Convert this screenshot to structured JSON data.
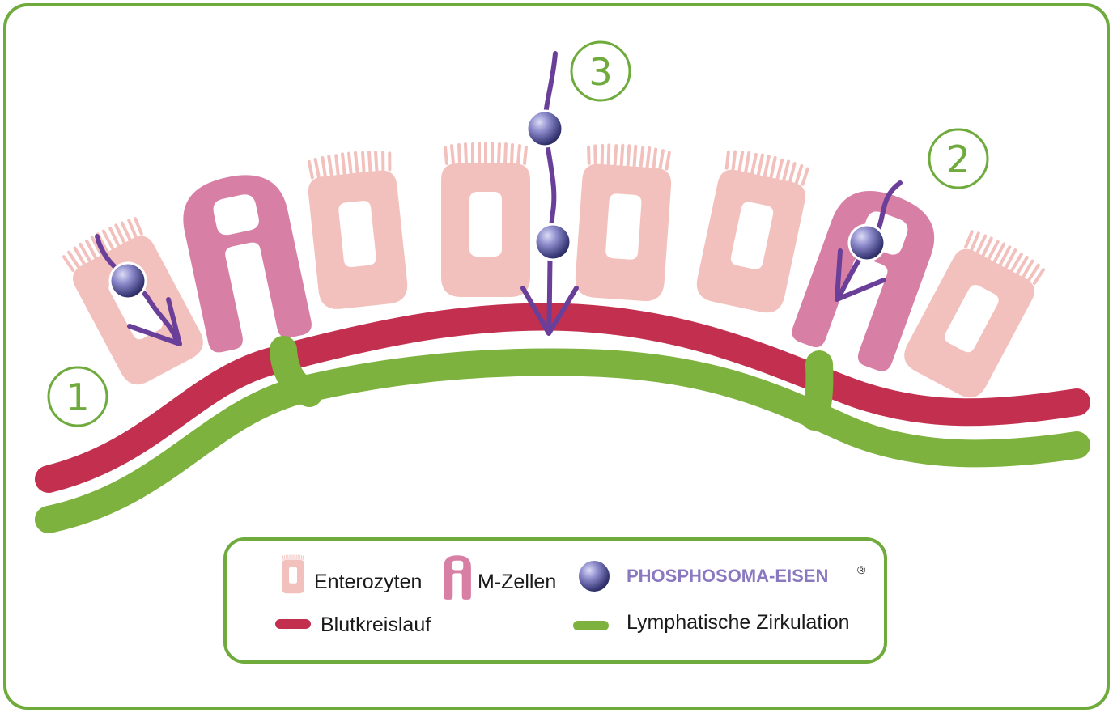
{
  "markers": [
    "1",
    "2",
    "3"
  ],
  "legend": {
    "enterocytes": "Enterozyten",
    "m_cells": "M-Zellen",
    "brand": "PHOSPHOSOMA-EISEN",
    "registered": "®",
    "blood": "Blutkreislauf",
    "lymph": "Lymphatische Zirkulation"
  },
  "colors": {
    "frame": "#6eab3c",
    "enterocyte": "#f3c1bd",
    "m_cell": "#d87fa5",
    "blood": "#c3304f",
    "lymph": "#7db23e",
    "arrow": "#6a3f99",
    "particle": "#5a5aa0",
    "brand_text": "#8a78c0"
  },
  "icons": [
    "enterocyte-icon",
    "m-cell-icon",
    "iron-particle-icon",
    "registered-mark"
  ]
}
